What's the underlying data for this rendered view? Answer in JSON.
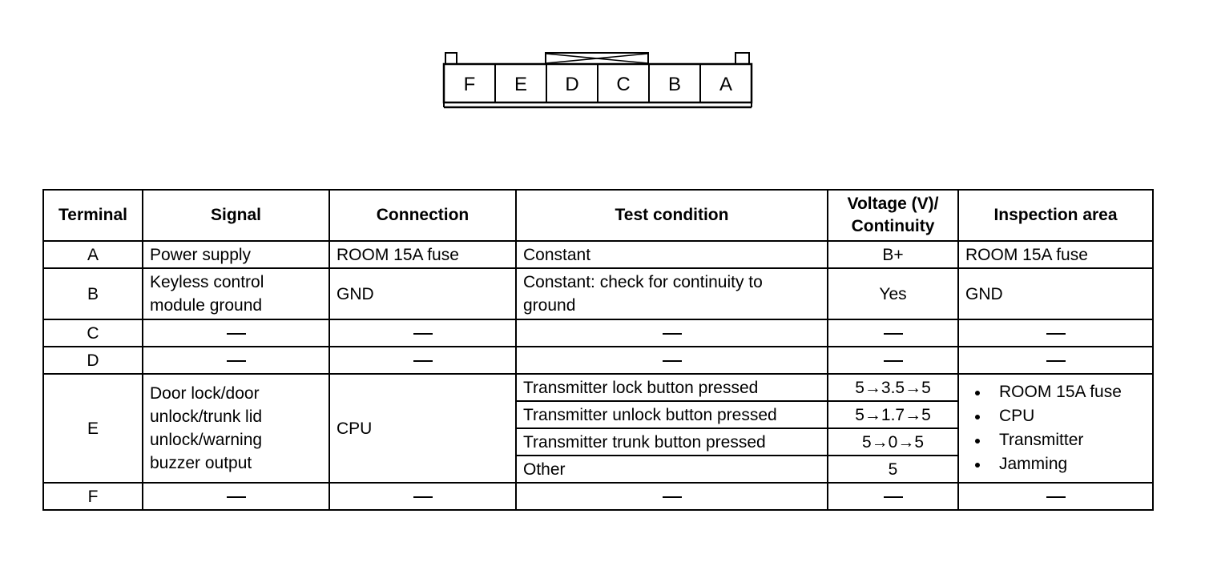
{
  "connector": {
    "pins": [
      "F",
      "E",
      "D",
      "C",
      "B",
      "A"
    ]
  },
  "table": {
    "headers": {
      "terminal": "Terminal",
      "signal": "Signal",
      "connection": "Connection",
      "test_condition": "Test condition",
      "voltage_line1": "Voltage (V)/",
      "voltage_line2": "Continuity",
      "inspection_area": "Inspection area"
    },
    "rows": {
      "a": {
        "terminal": "A",
        "signal": "Power supply",
        "connection": "ROOM 15A fuse",
        "test_condition": "Constant",
        "voltage": "B+",
        "inspection_area": "ROOM 15A fuse"
      },
      "b": {
        "terminal": "B",
        "signal_line1": "Keyless control",
        "signal_line2": "module ground",
        "connection": "GND",
        "test_line1": "Constant: check for continuity to",
        "test_line2": "ground",
        "voltage": "Yes",
        "inspection_area": "GND"
      },
      "c": {
        "terminal": "C"
      },
      "d": {
        "terminal": "D"
      },
      "e": {
        "terminal": "E",
        "signal_line1": "Door lock/door",
        "signal_line2": "unlock/trunk lid",
        "signal_line3": "unlock/warning",
        "signal_line4": "buzzer output",
        "connection": "CPU",
        "tests": [
          {
            "condition": "Transmitter lock button pressed",
            "voltage": "5→3.5→5"
          },
          {
            "condition": "Transmitter unlock button pressed",
            "voltage": "5→1.7→5"
          },
          {
            "condition": "Transmitter trunk button pressed",
            "voltage": "5→0→5"
          },
          {
            "condition": "Other",
            "voltage": "5"
          }
        ],
        "inspection_items": [
          "ROOM 15A fuse",
          "CPU",
          "Transmitter",
          "Jamming"
        ]
      },
      "f": {
        "terminal": "F"
      }
    }
  }
}
